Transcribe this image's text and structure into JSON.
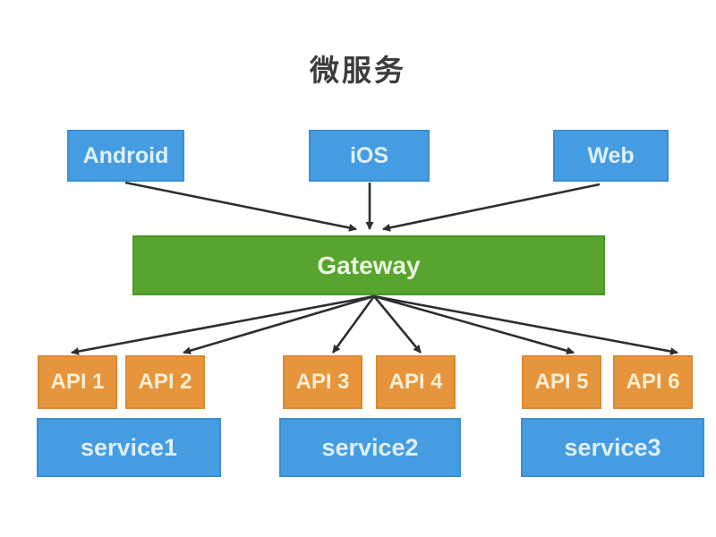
{
  "title": "微服务",
  "colors": {
    "client_box": "#469ce0",
    "gateway_box": "#57a42f",
    "api_box": "#e6953d",
    "box_text_blue": "#ddf0fc",
    "box_text_green": "#eaf6df",
    "box_text_orange": "#f9efd4",
    "title_text": "#3c3c3c",
    "arrow": "#2e2e2e",
    "background": "#ffffff"
  },
  "clients": [
    {
      "label": "Android"
    },
    {
      "label": "iOS"
    },
    {
      "label": "Web"
    }
  ],
  "gateway": {
    "label": "Gateway"
  },
  "apis": [
    {
      "label": "API 1"
    },
    {
      "label": "API 2"
    },
    {
      "label": "API 3"
    },
    {
      "label": "API 4"
    },
    {
      "label": "API 5"
    },
    {
      "label": "API 6"
    }
  ],
  "services": [
    {
      "label": "service1"
    },
    {
      "label": "service2"
    },
    {
      "label": "service3"
    }
  ]
}
